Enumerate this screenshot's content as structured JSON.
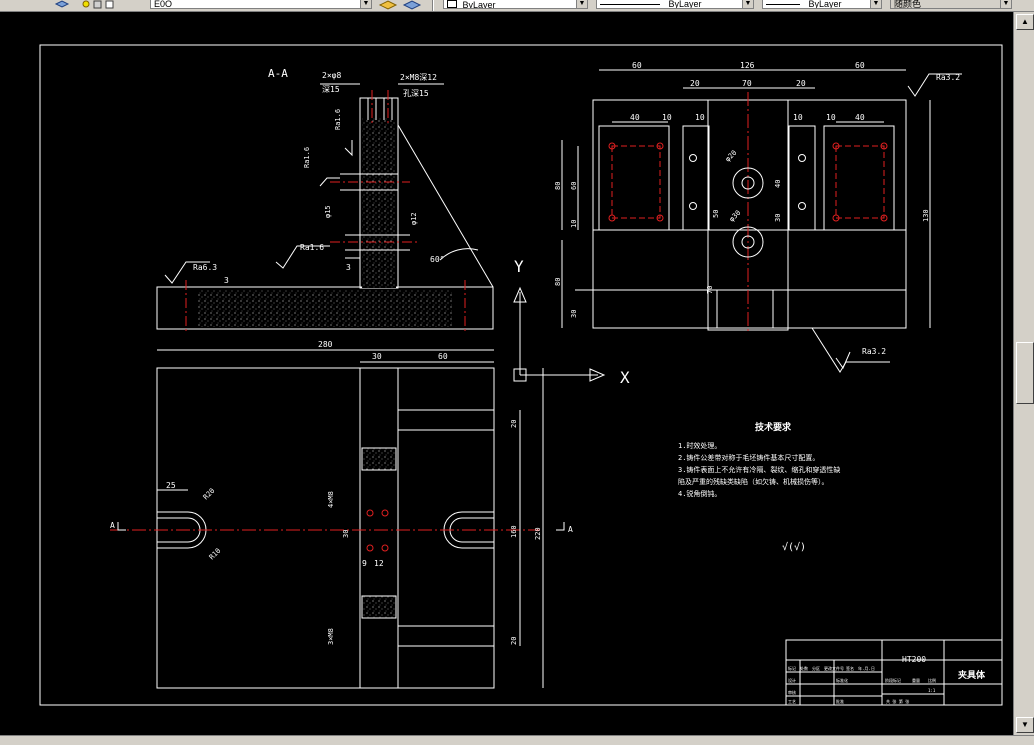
{
  "toolbar": {
    "layer_value": "E0O",
    "color_value": "ByLayer",
    "linetype_value": "ByLayer",
    "lineweight_value": "ByLayer",
    "plotstyle_value": "随颜色"
  },
  "drawing": {
    "section_label": "A-A",
    "section_marker": "A",
    "axis_y": "Y",
    "axis_x": "X",
    "note_thread": "2×M8深12",
    "note_thread_hole": "孔深15",
    "note_pin": "2×φ8",
    "note_pin_depth": "深15",
    "angle_60": "60°",
    "ra_labels": [
      "Ra6.3",
      "Ra1.6",
      "Ra1.6",
      "Ra1.6",
      "Ra3.2",
      "Ra3.2"
    ],
    "dims_section": [
      "3",
      "3",
      "φ15",
      "φ12"
    ],
    "dims_plan": [
      "280",
      "30",
      "60",
      "25",
      "R20",
      "R10",
      "4×M8",
      "30",
      "9",
      "12",
      "3×M8",
      "20",
      "160",
      "20",
      "220"
    ],
    "dims_side": [
      "60",
      "126",
      "60",
      "20",
      "70",
      "20",
      "40",
      "10",
      "10",
      "10",
      "10",
      "40",
      "φ20",
      "φ30",
      "50",
      "40",
      "30",
      "80",
      "60",
      "10",
      "80",
      "30",
      "70",
      "130"
    ]
  },
  "tech_requirements": {
    "title": "技术要求",
    "items": [
      "1.时效处理。",
      "2.铸件公差带对称于毛坯铸件基本尺寸配置。",
      "3.铸件表面上不允许有冷隔、裂纹、缩孔和穿透性缺",
      "陷及严重的残缺类缺陷（如欠铸、机械损伤等）。",
      "4.锐角倒钝。"
    ],
    "roughness_symbol": "√(√)"
  },
  "title_block": {
    "material": "HT200",
    "part_name": "夹具体",
    "header_row": [
      "标记",
      "处数",
      "分区",
      "更改文件号",
      "签名",
      "年.月.日"
    ],
    "row_design": "设计",
    "row_standard": "标准化",
    "row_audit": "审核",
    "row_process": "工艺",
    "row_approve": "批准",
    "stage_labels": [
      "阶段标记",
      "重量",
      "比例"
    ],
    "scale": "1:1",
    "sheet": "共 张 第 张"
  }
}
